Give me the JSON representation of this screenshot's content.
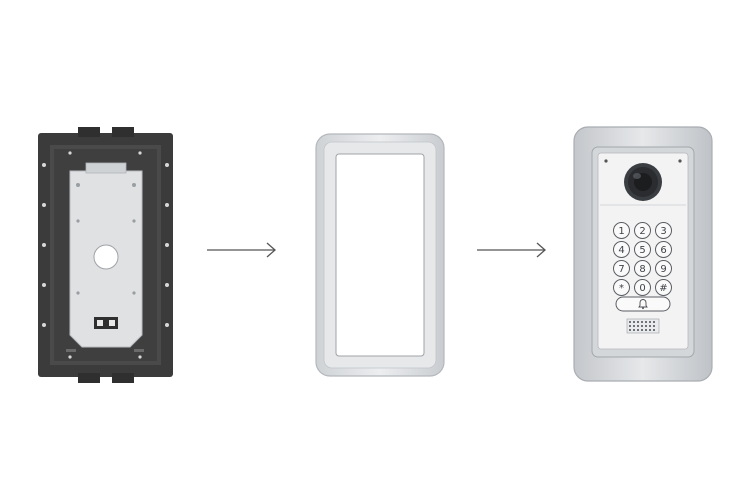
{
  "scene": {
    "background": "#ffffff",
    "steps": [
      {
        "name": "flush-mount-back-box"
      },
      {
        "name": "mounting-frame"
      },
      {
        "name": "door-phone-unit"
      }
    ]
  },
  "keypad": {
    "keys": [
      "1",
      "2",
      "3",
      "4",
      "5",
      "6",
      "7",
      "8",
      "9",
      "*",
      "0",
      "#"
    ]
  },
  "colors": {
    "box_frame": "#3b3b3b",
    "plate": "#dfe1e3",
    "bezel": "#e3e5e7",
    "panel": "#f3f3f3",
    "faceplate": "#d4d7da",
    "lens": "#2a2c2f",
    "arrow": "#555555"
  }
}
